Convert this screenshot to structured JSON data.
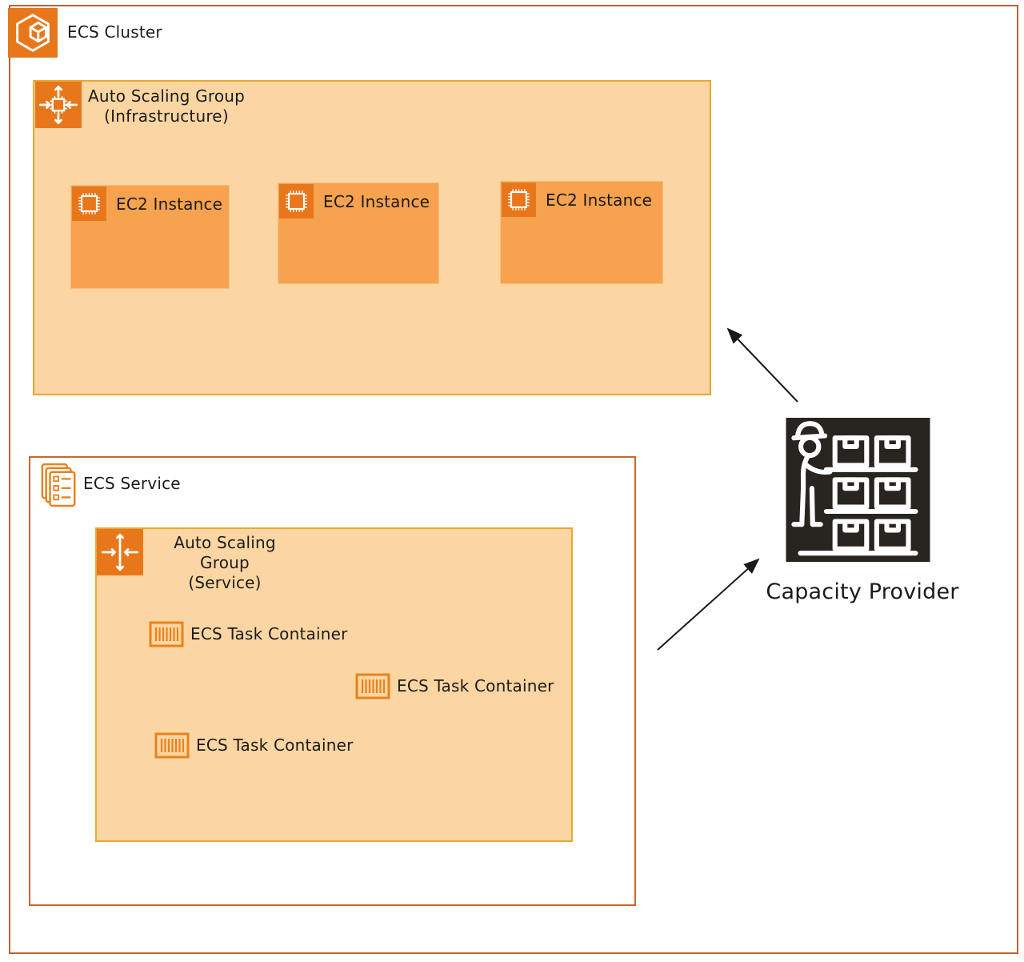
{
  "colors": {
    "aws_orange": "#E8771B",
    "frame_border": "#C7602E",
    "group_fill": "#FBD6A2",
    "group_border": "#E8A930",
    "instance_fill": "#F6A24F",
    "service_box_border": "#CB6529",
    "icon_stroke_orange": "#E8821E",
    "capacity_icon_bg": "#282420",
    "arrow_color": "#1a1a1a",
    "text": "#1B1B1B"
  },
  "cluster": {
    "label": "ECS Cluster",
    "icon": "ecs-cluster-icon"
  },
  "asg_infrastructure": {
    "label_line1": "Auto Scaling Group",
    "label_line2": "(Infrastructure)",
    "icon": "auto-scaling-group-icon"
  },
  "ec2_instances": [
    {
      "label": "EC2 Instance",
      "icon": "ec2-instance-icon"
    },
    {
      "label": "EC2 Instance",
      "icon": "ec2-instance-icon"
    },
    {
      "label": "EC2 Instance",
      "icon": "ec2-instance-icon"
    }
  ],
  "ecs_service": {
    "label": "ECS Service",
    "icon": "ecs-service-icon"
  },
  "asg_service": {
    "label_line1": "Auto Scaling Group",
    "label_line2": "(Service)",
    "icon": "auto-scaling-group-icon"
  },
  "task_containers": [
    {
      "label": "ECS Task Container",
      "icon": "container-icon"
    },
    {
      "label": "ECS Task Container",
      "icon": "container-icon"
    },
    {
      "label": "ECS Task Container",
      "icon": "container-icon"
    }
  ],
  "capacity_provider": {
    "label": "Capacity Provider",
    "icon": "capacity-provider-icon"
  }
}
